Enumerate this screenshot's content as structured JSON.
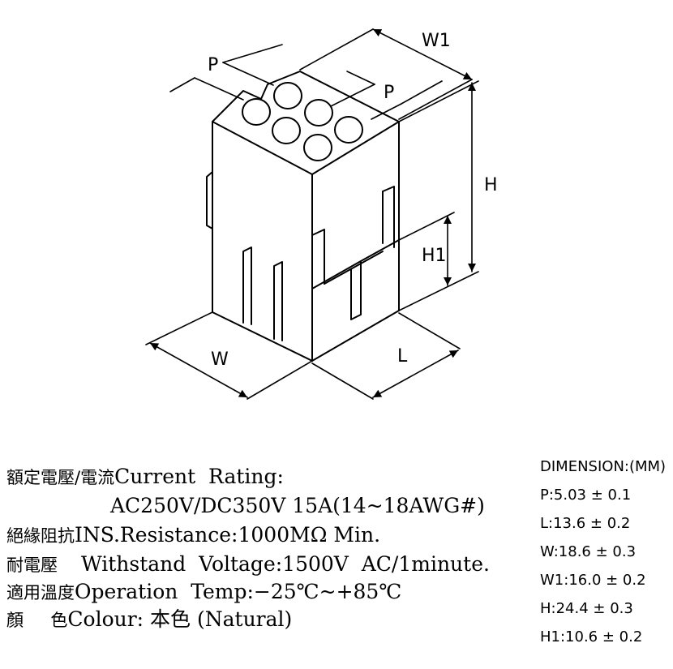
{
  "drawing": {
    "labels": {
      "p_top": "P",
      "p_right": "P",
      "w1": "W1",
      "h": "H",
      "h1": "H1",
      "w": "W",
      "l": "L"
    }
  },
  "specs": {
    "current": {
      "cjk": "額定電壓/電流",
      "text": "Current  Rating:"
    },
    "current_value": "AC250V/DC350V 15A(14~18AWG#)",
    "insulation": {
      "cjk": "絕緣阻抗",
      "text": "INS.Resistance:1000MΩ Min."
    },
    "withstand": {
      "cjk": "耐電壓",
      "text": "Withstand  Voltage:1500V  AC/1minute."
    },
    "operation": {
      "cjk": "適用溫度",
      "text": "Operation  Temp:−25℃~+85℃"
    },
    "colour": {
      "cjk": "顏     色",
      "text": "Colour: 本色 (Natural)"
    }
  },
  "dimensions": {
    "title": "DIMENSION:(MM)",
    "items": [
      "P:5.03 ± 0.1",
      "L:13.6 ± 0.2",
      "W:18.6 ± 0.3",
      "W1:16.0 ± 0.2",
      "H:24.4 ± 0.3",
      "H1:10.6 ± 0.2"
    ]
  }
}
